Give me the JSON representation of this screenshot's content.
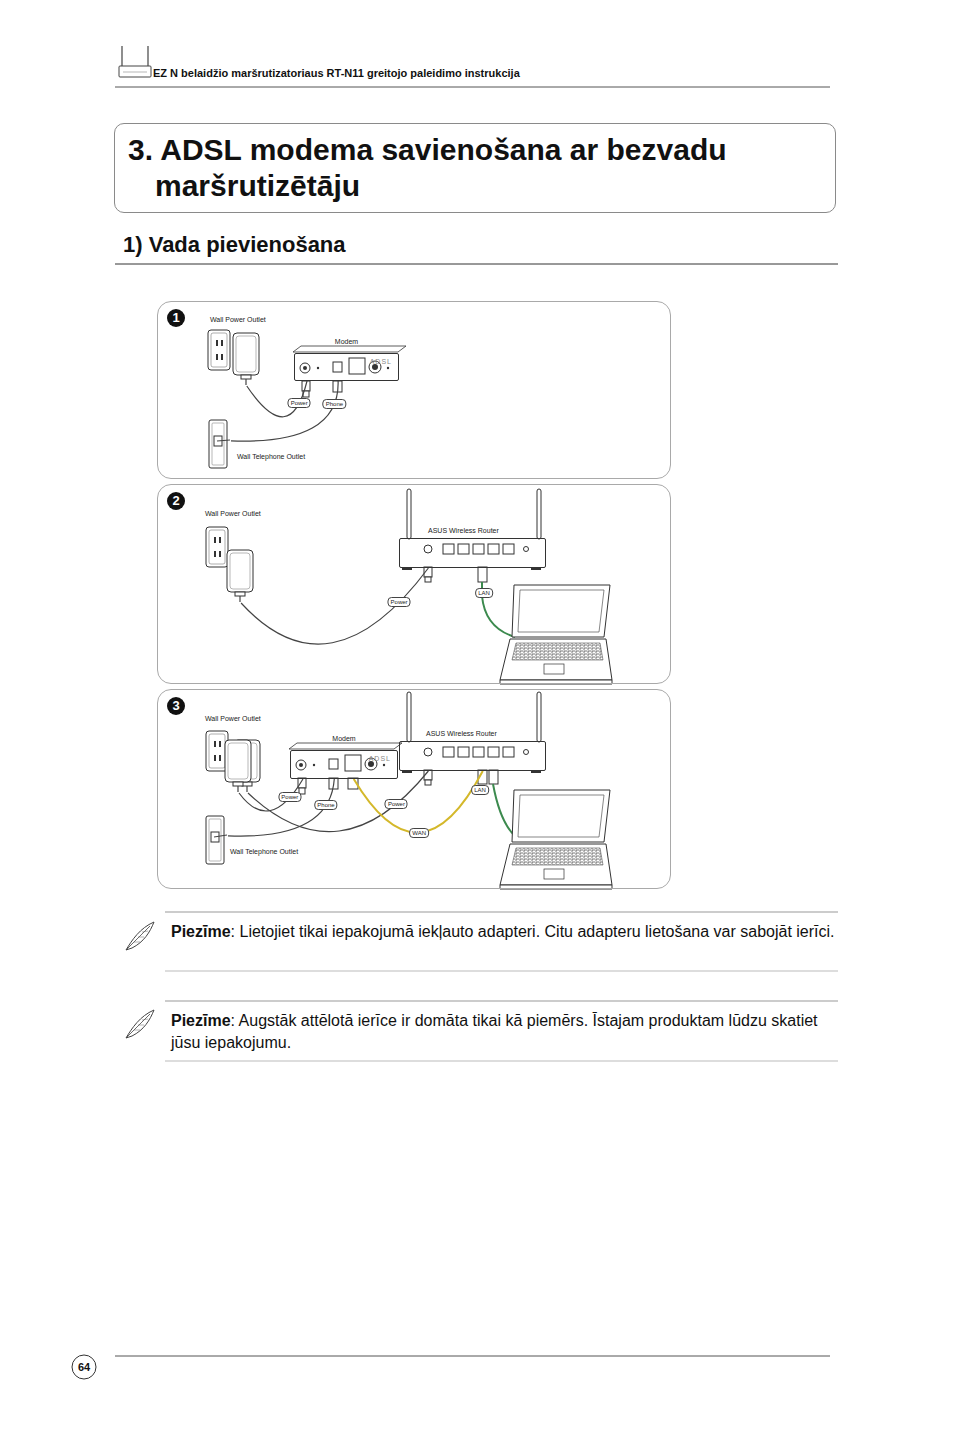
{
  "diagram": {
    "title": "3. ADSL modema savienošana ar bezvadu maršrutizētāju",
    "nodes": [
      {
        "text": [
          "1"
        ]
      },
      {
        "text": [
          "Wall Power Outlet"
        ],
        "in": 0
      },
      {
        "text": [
          "Modem",
          "ADSL"
        ],
        "in": 0
      },
      {
        "text": [
          "Wall Telephone Outlet"
        ],
        "in": 0
      },
      {
        "text": [
          "2"
        ]
      },
      {
        "text": [
          "Wall Power Outlet"
        ],
        "in": 4
      },
      {
        "text": [
          "ASUS Wireless Router"
        ],
        "in": 4
      },
      {
        "text": [
          "3"
        ]
      },
      {
        "text": [
          "Wall Power Outlet"
        ],
        "in": 7
      },
      {
        "text": [
          "Modem",
          "ADSL"
        ],
        "in": 7
      },
      {
        "text": [
          "ASUS Wireless Router"
        ],
        "in": 7
      },
      {
        "text": [
          "Wall Telephone Outlet"
        ],
        "in": 7
      }
    ],
    "edges": [
      {
        "from": 1,
        "to": 2,
        "arrow": "none",
        "label": "Power"
      },
      {
        "from": 3,
        "to": 2,
        "arrow": "none",
        "label": "Phone"
      },
      {
        "from": 5,
        "to": 6,
        "arrow": "none",
        "label": "Power"
      },
      {
        "from": 8,
        "to": 9,
        "arrow": "none",
        "label": "Power"
      },
      {
        "from": 8,
        "to": 10,
        "arrow": "none",
        "label": "Power"
      },
      {
        "from": 11,
        "to": 9,
        "arrow": "none",
        "label": "Phone"
      },
      {
        "from": 9,
        "to": 10,
        "arrow": "none",
        "label": "WAN"
      }
    ],
    "labels": [
      "EZ N belaidžio maršrutizatoriaus RT-N11 greitojo paleidimo instrukcija",
      "1) Vada pievienošana",
      "LAN",
      "LAN",
      "Piezīme",
      ": Lietojiet tikai iepakojumā iekļauto adapteri. Citu adapteru lietošana var sabojāt ierīci.",
      "Piezīme",
      ": Augstāk attēlotā ierīce ir domāta tikai kā piemērs. Īstajam produktam lūdzu skatiet jūsu iepakojumu.",
      "64"
    ]
  }
}
